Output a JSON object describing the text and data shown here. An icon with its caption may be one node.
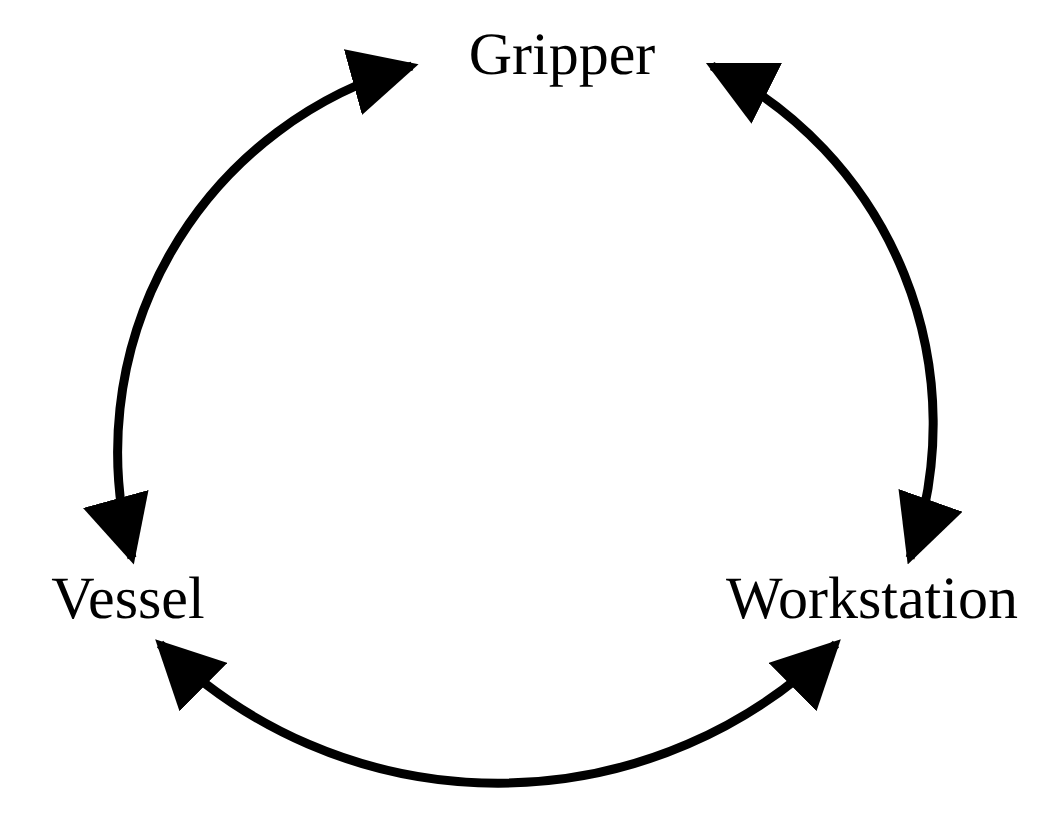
{
  "diagram": {
    "nodes": [
      {
        "text": [
          "Gripper"
        ]
      },
      {
        "text": [
          "Vessel"
        ]
      },
      {
        "text": [
          "Workstation"
        ]
      }
    ],
    "edges": [
      {
        "from": 0,
        "to": 1,
        "arrow": "both"
      },
      {
        "from": 0,
        "to": 2,
        "arrow": "both"
      },
      {
        "from": 1,
        "to": 2,
        "arrow": "both"
      }
    ]
  }
}
